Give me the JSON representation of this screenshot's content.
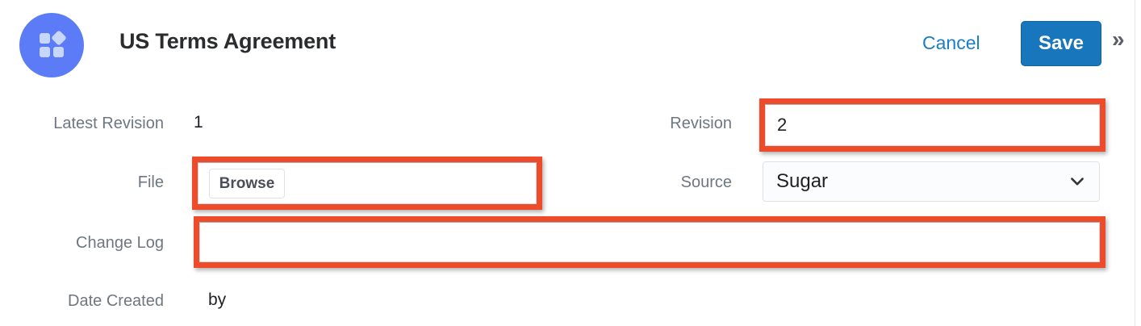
{
  "header": {
    "module_icon": "grid-tiles-icon",
    "title": "US Terms Agreement",
    "cancel_label": "Cancel",
    "save_label": "Save",
    "more_actions_label": "»"
  },
  "fields": {
    "latest_revision": {
      "label": "Latest Revision",
      "value": "1"
    },
    "revision": {
      "label": "Revision",
      "value": "2",
      "placeholder": ""
    },
    "file": {
      "label": "File",
      "browse_label": "Browse",
      "value": "",
      "placeholder": ""
    },
    "source": {
      "label": "Source",
      "value": "Sugar",
      "options": [
        "Sugar"
      ]
    },
    "change_log": {
      "label": "Change Log",
      "value": "",
      "placeholder": ""
    },
    "date_created": {
      "label": "Date Created",
      "value": "by"
    }
  },
  "colors": {
    "accent_blue": "#1876bd",
    "link_blue": "#1a7dc5",
    "avatar_blue": "#5b7cf6",
    "annotation_red": "#ee4b2b",
    "label_gray": "#6e7781"
  }
}
